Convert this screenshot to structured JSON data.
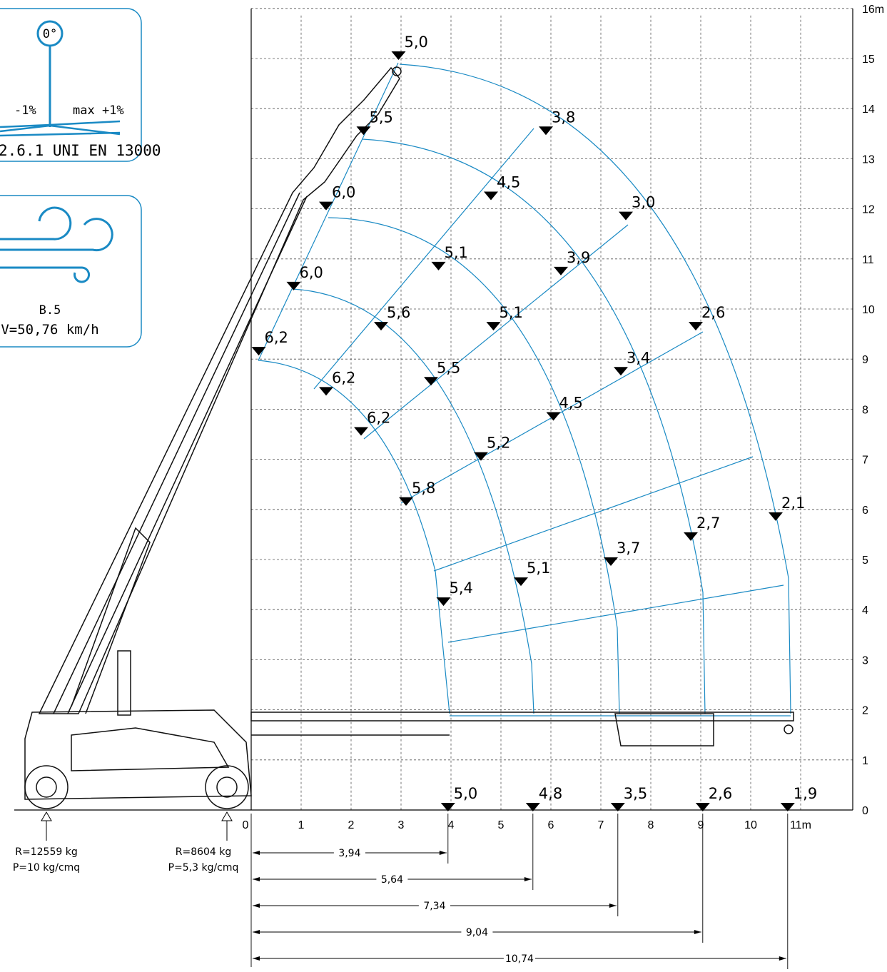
{
  "level_panel": {
    "angle": "0°",
    "left": "-1%",
    "right": "max +1%",
    "standard": "2.6.1 UNI EN 13000"
  },
  "wind_panel": {
    "scale": "B.5",
    "speed": "V=50,76 km/h"
  },
  "axes": {
    "x_ticks": [
      "0",
      "1",
      "2",
      "3",
      "4",
      "5",
      "6",
      "7",
      "8",
      "9",
      "10",
      "11m"
    ],
    "y_ticks": [
      "0",
      "1",
      "2",
      "3",
      "4",
      "5",
      "6",
      "7",
      "8",
      "9",
      "10",
      "11",
      "12",
      "13",
      "14",
      "15",
      "16m"
    ]
  },
  "reactions": [
    {
      "r": "R=12559 kg",
      "p": "P=10 kg/cmq"
    },
    {
      "r": "R=8604 kg",
      "p": "P=5,3 kg/cmq"
    }
  ],
  "dimensions": [
    "3,94",
    "5,64",
    "7,34",
    "9,04",
    "10,74"
  ],
  "chart_data": {
    "type": "scatter",
    "xlim": [
      0,
      11
    ],
    "ylim": [
      0,
      16
    ],
    "grid": true,
    "load_points": [
      {
        "x": 2.95,
        "y": 15.0,
        "label": "5,0"
      },
      {
        "x": 5.9,
        "y": 13.5,
        "label": "3,8"
      },
      {
        "x": 2.25,
        "y": 13.5,
        "label": "5,5"
      },
      {
        "x": 4.8,
        "y": 12.2,
        "label": "4,5"
      },
      {
        "x": 7.5,
        "y": 11.8,
        "label": "3,0"
      },
      {
        "x": 1.5,
        "y": 12.0,
        "label": "6,0"
      },
      {
        "x": 3.75,
        "y": 10.8,
        "label": "5,1"
      },
      {
        "x": 6.2,
        "y": 10.7,
        "label": "3,9"
      },
      {
        "x": 0.85,
        "y": 10.4,
        "label": "6,0"
      },
      {
        "x": 2.6,
        "y": 9.6,
        "label": "5,6"
      },
      {
        "x": 4.85,
        "y": 9.6,
        "label": "5,1"
      },
      {
        "x": 8.9,
        "y": 9.6,
        "label": "2,6"
      },
      {
        "x": 0.15,
        "y": 9.1,
        "label": "6,2"
      },
      {
        "x": 7.4,
        "y": 8.7,
        "label": "3,4"
      },
      {
        "x": 3.6,
        "y": 8.5,
        "label": "5,5"
      },
      {
        "x": 1.5,
        "y": 8.3,
        "label": "6,2"
      },
      {
        "x": 6.05,
        "y": 7.8,
        "label": "4,5"
      },
      {
        "x": 2.2,
        "y": 7.5,
        "label": "6,2"
      },
      {
        "x": 4.6,
        "y": 7.0,
        "label": "5,2"
      },
      {
        "x": 3.1,
        "y": 6.1,
        "label": "5,8"
      },
      {
        "x": 10.5,
        "y": 5.8,
        "label": "2,1"
      },
      {
        "x": 8.8,
        "y": 5.4,
        "label": "2,7"
      },
      {
        "x": 7.2,
        "y": 4.9,
        "label": "3,7"
      },
      {
        "x": 5.4,
        "y": 4.5,
        "label": "5,1"
      },
      {
        "x": 3.85,
        "y": 4.1,
        "label": "5,4"
      },
      {
        "x": 3.94,
        "y": 0.0,
        "label": "5,0"
      },
      {
        "x": 5.64,
        "y": 0.0,
        "label": "4,8"
      },
      {
        "x": 7.34,
        "y": 0.0,
        "label": "3,5"
      },
      {
        "x": 9.04,
        "y": 0.0,
        "label": "2,6"
      },
      {
        "x": 10.74,
        "y": 0.0,
        "label": "1,9"
      }
    ]
  }
}
